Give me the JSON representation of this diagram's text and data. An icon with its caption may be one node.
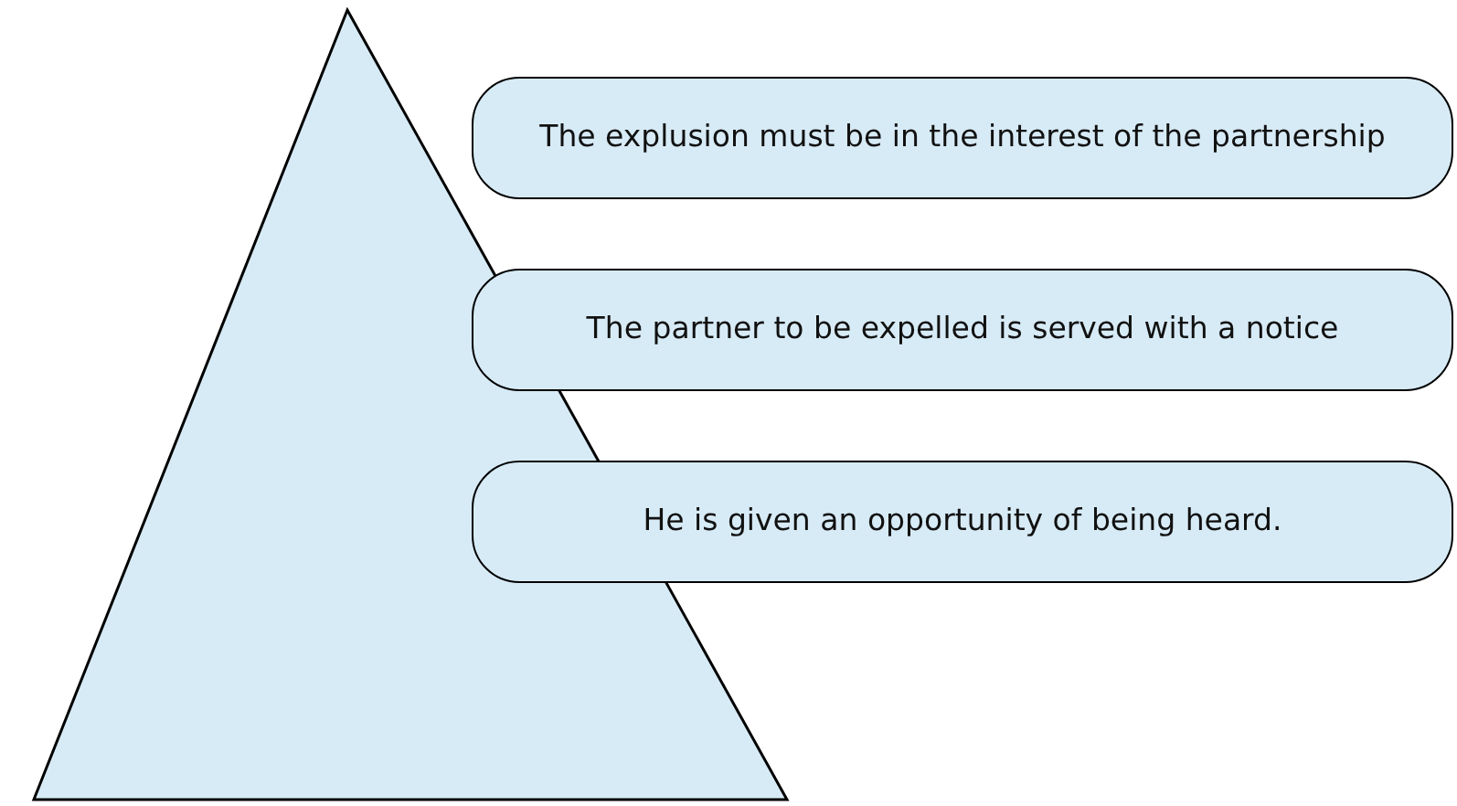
{
  "diagram": {
    "nodes": [
      {
        "text": [],
        "shape": "triangle"
      },
      {
        "text": [
          "The explusion must be in the interest of the partnership"
        ]
      },
      {
        "text": [
          "The partner to be expelled is served with a notice"
        ]
      },
      {
        "text": [
          "He is given an opportunity of being heard."
        ]
      }
    ]
  }
}
